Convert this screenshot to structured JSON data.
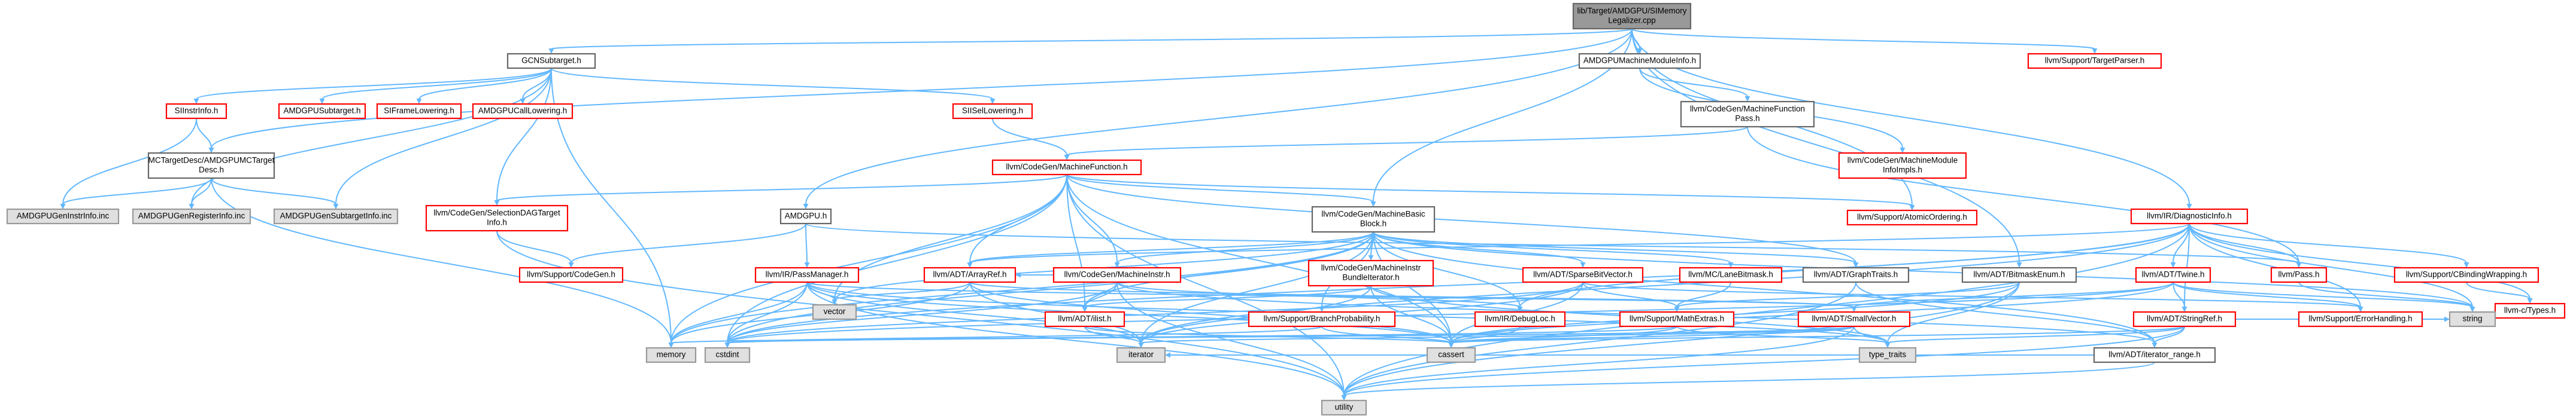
{
  "colors": {
    "red_border": "#ff0000",
    "black_border": "#666666",
    "gray_border": "#999999",
    "gray_fill": "#e0e0e0",
    "root_fill": "#999999",
    "edge": "#63b8ff",
    "text": "#000000"
  },
  "nodes": [
    {
      "id": "root",
      "label": [
        "lib/Target/AMDGPU/SIMemory",
        "Legalizer.cpp"
      ],
      "style": "root"
    },
    {
      "id": "gcn",
      "label": [
        "GCNSubtarget.h"
      ],
      "style": "black"
    },
    {
      "id": "amdmodinfo",
      "label": [
        "AMDGPUMachineModuleInfo.h"
      ],
      "style": "black"
    },
    {
      "id": "targetparser",
      "label": [
        "llvm/Support/TargetParser.h"
      ],
      "style": "red"
    },
    {
      "id": "siinstr",
      "label": [
        "SIInstrInfo.h"
      ],
      "style": "red"
    },
    {
      "id": "amdsub",
      "label": [
        "AMDGPUSubtarget.h"
      ],
      "style": "red"
    },
    {
      "id": "siframe",
      "label": [
        "SIFrameLowering.h"
      ],
      "style": "red"
    },
    {
      "id": "amdcall",
      "label": [
        "AMDGPUCallLowering.h"
      ],
      "style": "red"
    },
    {
      "id": "siisel",
      "label": [
        "SIISelLowering.h"
      ],
      "style": "red"
    },
    {
      "id": "mcfpass",
      "label": [
        "llvm/CodeGen/MachineFunction",
        "Pass.h"
      ],
      "style": "black"
    },
    {
      "id": "mctarget",
      "label": [
        "MCTargetDesc/AMDGPUMCTarget",
        "Desc.h"
      ],
      "style": "black"
    },
    {
      "id": "mcf",
      "label": [
        "llvm/CodeGen/MachineFunction.h"
      ],
      "style": "red"
    },
    {
      "id": "mmiimpls",
      "label": [
        "llvm/CodeGen/MachineModule",
        "InfoImpls.h"
      ],
      "style": "red"
    },
    {
      "id": "instrinc",
      "label": [
        "AMDGPUGenInstrInfo.inc"
      ],
      "style": "gray"
    },
    {
      "id": "reginc",
      "label": [
        "AMDGPUGenRegisterInfo.inc"
      ],
      "style": "gray"
    },
    {
      "id": "subinc",
      "label": [
        "AMDGPUGenSubtargetInfo.inc"
      ],
      "style": "gray"
    },
    {
      "id": "seldag",
      "label": [
        "llvm/CodeGen/SelectionDAGTarget",
        "Info.h"
      ],
      "style": "red"
    },
    {
      "id": "amdgpuh",
      "label": [
        "AMDGPU.h"
      ],
      "style": "black"
    },
    {
      "id": "mbb",
      "label": [
        "llvm/CodeGen/MachineBasic",
        "Block.h"
      ],
      "style": "black"
    },
    {
      "id": "atomic",
      "label": [
        "llvm/Support/AtomicOrdering.h"
      ],
      "style": "red"
    },
    {
      "id": "diag",
      "label": [
        "llvm/IR/DiagnosticInfo.h"
      ],
      "style": "red"
    },
    {
      "id": "codegen",
      "label": [
        "llvm/Support/CodeGen.h"
      ],
      "style": "red"
    },
    {
      "id": "passmgr",
      "label": [
        "llvm/IR/PassManager.h"
      ],
      "style": "red"
    },
    {
      "id": "arrayref",
      "label": [
        "llvm/ADT/ArrayRef.h"
      ],
      "style": "red"
    },
    {
      "id": "minstr",
      "label": [
        "llvm/CodeGen/MachineInstr.h"
      ],
      "style": "red"
    },
    {
      "id": "mibundle",
      "label": [
        "llvm/CodeGen/MachineInstr",
        "BundleIterator.h"
      ],
      "style": "red"
    },
    {
      "id": "sparsebv",
      "label": [
        "llvm/ADT/SparseBitVector.h"
      ],
      "style": "red"
    },
    {
      "id": "lanebm",
      "label": [
        "llvm/MC/LaneBitmask.h"
      ],
      "style": "red"
    },
    {
      "id": "graphtraits",
      "label": [
        "llvm/ADT/GraphTraits.h"
      ],
      "style": "black"
    },
    {
      "id": "bmenum",
      "label": [
        "llvm/ADT/BitmaskEnum.h"
      ],
      "style": "black"
    },
    {
      "id": "twine",
      "label": [
        "llvm/ADT/Twine.h"
      ],
      "style": "red"
    },
    {
      "id": "pass",
      "label": [
        "llvm/Pass.h"
      ],
      "style": "red"
    },
    {
      "id": "cbinding",
      "label": [
        "llvm/Support/CBindingWrapping.h"
      ],
      "style": "red"
    },
    {
      "id": "ctypes",
      "label": [
        "llvm-c/Types.h"
      ],
      "style": "red"
    },
    {
      "id": "vector",
      "label": [
        "vector"
      ],
      "style": "gray"
    },
    {
      "id": "ilist",
      "label": [
        "llvm/ADT/ilist.h"
      ],
      "style": "red"
    },
    {
      "id": "branchprob",
      "label": [
        "llvm/Support/BranchProbability.h"
      ],
      "style": "red"
    },
    {
      "id": "debugloc",
      "label": [
        "llvm/IR/DebugLoc.h"
      ],
      "style": "red"
    },
    {
      "id": "mathextras",
      "label": [
        "llvm/Support/MathExtras.h"
      ],
      "style": "red"
    },
    {
      "id": "smallvec",
      "label": [
        "llvm/ADT/SmallVector.h"
      ],
      "style": "red"
    },
    {
      "id": "stringref",
      "label": [
        "llvm/ADT/StringRef.h"
      ],
      "style": "red"
    },
    {
      "id": "errhandling",
      "label": [
        "llvm/Support/ErrorHandling.h"
      ],
      "style": "red"
    },
    {
      "id": "string",
      "label": [
        "string"
      ],
      "style": "gray"
    },
    {
      "id": "memory",
      "label": [
        "memory"
      ],
      "style": "gray"
    },
    {
      "id": "cstdint",
      "label": [
        "cstdint"
      ],
      "style": "gray"
    },
    {
      "id": "iterator",
      "label": [
        "iterator"
      ],
      "style": "gray"
    },
    {
      "id": "cassert",
      "label": [
        "cassert"
      ],
      "style": "gray"
    },
    {
      "id": "typetraits",
      "label": [
        "type_traits"
      ],
      "style": "gray"
    },
    {
      "id": "iterrange",
      "label": [
        "llvm/ADT/iterator_range.h"
      ],
      "style": "black"
    },
    {
      "id": "utility",
      "label": [
        "utility"
      ],
      "style": "gray"
    }
  ],
  "edges": [
    [
      "root",
      "gcn"
    ],
    [
      "root",
      "amdmodinfo"
    ],
    [
      "root",
      "targetparser"
    ],
    [
      "root",
      "amdgpuh"
    ],
    [
      "root",
      "mbb"
    ],
    [
      "root",
      "atomic"
    ],
    [
      "root",
      "diag"
    ],
    [
      "root",
      "bmenum"
    ],
    [
      "root",
      "mctarget"
    ],
    [
      "gcn",
      "siinstr"
    ],
    [
      "gcn",
      "amdsub"
    ],
    [
      "gcn",
      "siframe"
    ],
    [
      "gcn",
      "amdcall"
    ],
    [
      "gcn",
      "siisel"
    ],
    [
      "gcn",
      "seldag"
    ],
    [
      "gcn",
      "subinc"
    ],
    [
      "gcn",
      "reginc"
    ],
    [
      "gcn",
      "memory"
    ],
    [
      "siinstr",
      "mctarget"
    ],
    [
      "siinstr",
      "instrinc"
    ],
    [
      "mctarget",
      "instrinc"
    ],
    [
      "mctarget",
      "reginc"
    ],
    [
      "mctarget",
      "subinc"
    ],
    [
      "mctarget",
      "memory"
    ],
    [
      "siisel",
      "mcf"
    ],
    [
      "amdmodinfo",
      "mcfpass"
    ],
    [
      "amdmodinfo",
      "mmiimpls"
    ],
    [
      "mcfpass",
      "mcf"
    ],
    [
      "mcfpass",
      "pass"
    ],
    [
      "mcf",
      "mbb"
    ],
    [
      "mcf",
      "atomic"
    ],
    [
      "mcf",
      "arrayref"
    ],
    [
      "mcf",
      "minstr"
    ],
    [
      "mcf",
      "ilist"
    ],
    [
      "mcf",
      "graphtraits"
    ],
    [
      "mcf",
      "vector"
    ],
    [
      "mcf",
      "memory"
    ],
    [
      "mcf",
      "cstdint"
    ],
    [
      "mcf",
      "utility"
    ],
    [
      "mcf",
      "cassert"
    ],
    [
      "mcf",
      "seldag"
    ],
    [
      "seldag",
      "codegen"
    ],
    [
      "seldag",
      "utility"
    ],
    [
      "amdgpuh",
      "passmgr"
    ],
    [
      "amdgpuh",
      "codegen"
    ],
    [
      "amdgpuh",
      "pass"
    ],
    [
      "mbb",
      "arrayref"
    ],
    [
      "mbb",
      "minstr"
    ],
    [
      "mbb",
      "mibundle"
    ],
    [
      "mbb",
      "sparsebv"
    ],
    [
      "mbb",
      "lanebm"
    ],
    [
      "mbb",
      "graphtraits"
    ],
    [
      "mbb",
      "branchprob"
    ],
    [
      "mbb",
      "debugloc"
    ],
    [
      "mbb",
      "ilist"
    ],
    [
      "mbb",
      "iterrange"
    ],
    [
      "mbb",
      "cassert"
    ],
    [
      "mbb",
      "cstdint"
    ],
    [
      "mbb",
      "iterator"
    ],
    [
      "mbb",
      "string"
    ],
    [
      "mbb",
      "vector"
    ],
    [
      "mbb",
      "memory"
    ],
    [
      "diag",
      "twine"
    ],
    [
      "diag",
      "pass"
    ],
    [
      "diag",
      "cbinding"
    ],
    [
      "diag",
      "ctypes"
    ],
    [
      "diag",
      "arrayref"
    ],
    [
      "diag",
      "stringref"
    ],
    [
      "diag",
      "debugloc"
    ],
    [
      "diag",
      "errhandling"
    ],
    [
      "diag",
      "string"
    ],
    [
      "diag",
      "iterator"
    ],
    [
      "diag",
      "cstdint"
    ],
    [
      "diag",
      "utility"
    ],
    [
      "cbinding",
      "ctypes"
    ],
    [
      "passmgr",
      "vector"
    ],
    [
      "passmgr",
      "memory"
    ],
    [
      "passmgr",
      "cstdint"
    ],
    [
      "passmgr",
      "iterator"
    ],
    [
      "passmgr",
      "utility"
    ],
    [
      "passmgr",
      "cassert"
    ],
    [
      "passmgr",
      "typetraits"
    ],
    [
      "passmgr",
      "smallvec"
    ],
    [
      "arrayref",
      "vector"
    ],
    [
      "arrayref",
      "iterator"
    ],
    [
      "arrayref",
      "cassert"
    ],
    [
      "arrayref",
      "memory"
    ],
    [
      "arrayref",
      "smallvec"
    ],
    [
      "minstr",
      "ilist"
    ],
    [
      "minstr",
      "debugloc"
    ],
    [
      "minstr",
      "iterrange"
    ],
    [
      "minstr",
      "cstdint"
    ],
    [
      "minstr",
      "utility"
    ],
    [
      "minstr",
      "arrayref"
    ],
    [
      "mibundle",
      "ilist"
    ],
    [
      "mibundle",
      "cassert"
    ],
    [
      "mibundle",
      "typetraits"
    ],
    [
      "mibundle",
      "iterator"
    ],
    [
      "sparsebv",
      "mathextras"
    ],
    [
      "sparsebv",
      "errhandling"
    ],
    [
      "sparsebv",
      "cassert"
    ],
    [
      "sparsebv",
      "iterator"
    ],
    [
      "sparsebv",
      "cstdint"
    ],
    [
      "lanebm",
      "mathextras"
    ],
    [
      "graphtraits",
      "iterrange"
    ],
    [
      "graphtraits",
      "utility"
    ],
    [
      "bmenum",
      "mathextras"
    ],
    [
      "bmenum",
      "cassert"
    ],
    [
      "bmenum",
      "typetraits"
    ],
    [
      "bmenum",
      "utility"
    ],
    [
      "twine",
      "smallvec"
    ],
    [
      "twine",
      "stringref"
    ],
    [
      "twine",
      "errhandling"
    ],
    [
      "twine",
      "cassert"
    ],
    [
      "twine",
      "cstdint"
    ],
    [
      "twine",
      "string"
    ],
    [
      "pass",
      "string"
    ],
    [
      "ilist",
      "iterator"
    ],
    [
      "ilist",
      "cassert"
    ],
    [
      "branchprob",
      "cassert"
    ],
    [
      "branchprob",
      "cstdint"
    ],
    [
      "debugloc",
      "cassert"
    ],
    [
      "mathextras",
      "cassert"
    ],
    [
      "mathextras",
      "cstdint"
    ],
    [
      "mathextras",
      "typetraits"
    ],
    [
      "smallvec",
      "cassert"
    ],
    [
      "smallvec",
      "cstdint"
    ],
    [
      "smallvec",
      "memory"
    ],
    [
      "smallvec",
      "iterator"
    ],
    [
      "smallvec",
      "typetraits"
    ],
    [
      "smallvec",
      "utility"
    ],
    [
      "stringref",
      "iterrange"
    ],
    [
      "stringref",
      "cassert"
    ],
    [
      "stringref",
      "string"
    ],
    [
      "stringref",
      "typetraits"
    ],
    [
      "stringref",
      "utility"
    ],
    [
      "iterrange",
      "utility"
    ],
    [
      "iterrange",
      "iterator"
    ]
  ]
}
